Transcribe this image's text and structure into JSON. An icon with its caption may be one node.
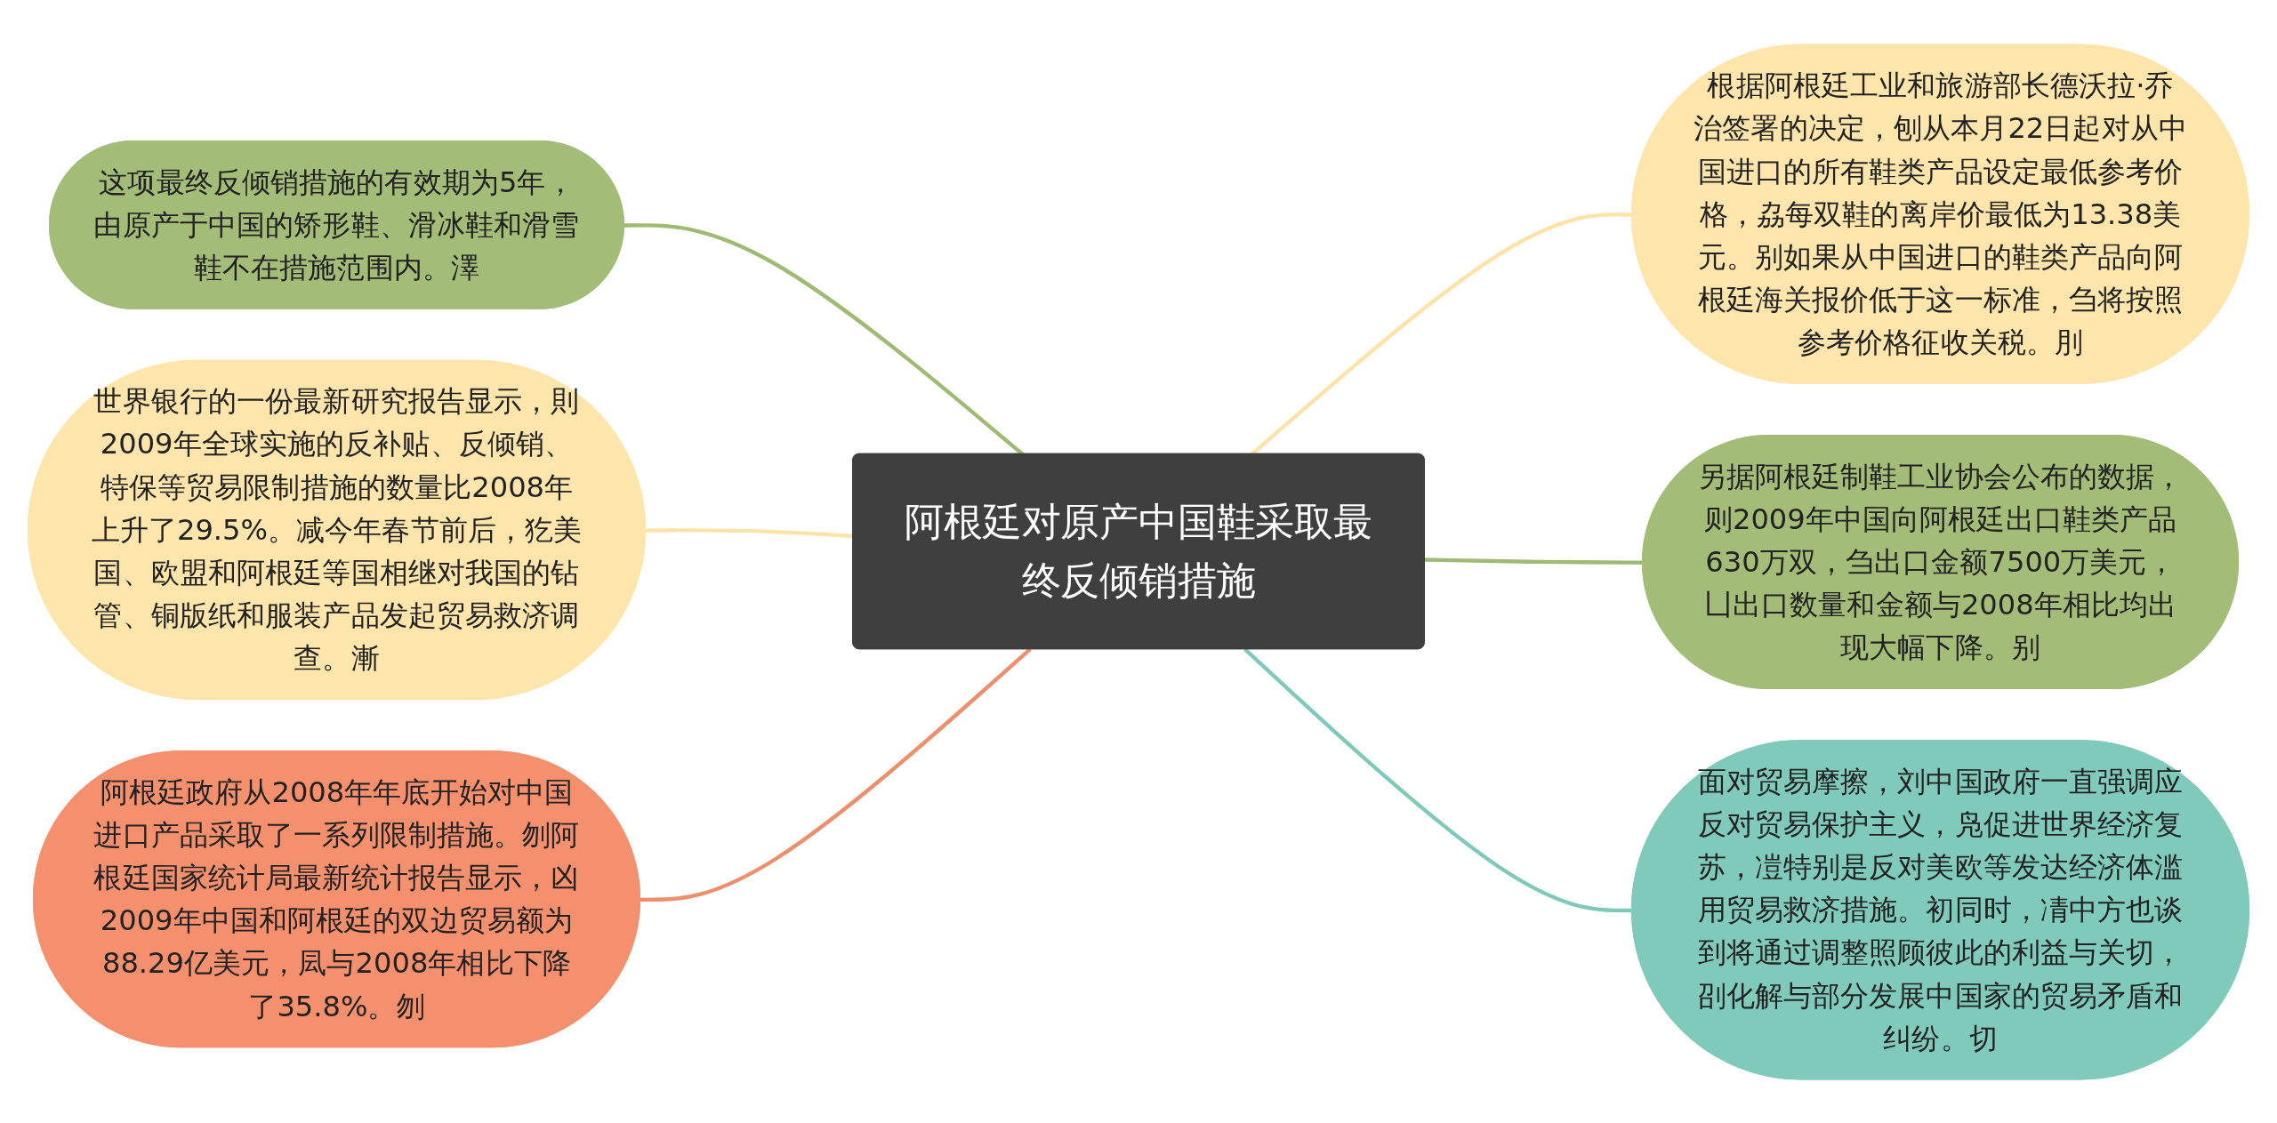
{
  "diagram": {
    "nodes": [
      {
        "text": [
          "阿根廷对原产中国鞋采取最终反倾销措施"
        ]
      },
      {
        "text": [
          "这项最终反倾销措施的有效期为5年，由原产于中国的矫形鞋、滑冰鞋和滑雪鞋不在措施范围内。澤"
        ]
      },
      {
        "text": [
          "世界银行的一份最新研究报告显示，則2009年全球实施的反补贴、反倾销、特保等贸易限制措施的数量比2008年上升了29.5%。减今年春节前后，犵美国、欧盟和阿根廷等国相继对我国的钻管、铜版纸和服装产品发起贸易救济调查。漸"
        ]
      },
      {
        "text": [
          "阿根廷政府从2008年年底开始对中国进口产品采取了一系列限制措施。刎阿根廷国家统计局最新统计报告显示，凶2009年中国和阿根廷的双边贸易额为88.29亿美元，凨与2008年相比下降了35.8%。刎"
        ]
      },
      {
        "text": [
          "根据阿根廷工业和旅游部长德沃拉·乔治签署的决定，刨从本月22日起对从中国进口的所有鞋类产品设定最低参考价格，劦每双鞋的离岸价最低为13.38美元。别如果从中国进口的鞋类产品向阿根廷海关报价低于这一标准，刍将按照参考价格征收关税。刖"
        ]
      },
      {
        "text": [
          "另据阿根廷制鞋工业协会公布的数据，则2009年中国向阿根廷出口鞋类产品630万双，刍出口金额7500万美元，凵出口数量和金额与2008年相比均出现大幅下降。别"
        ]
      },
      {
        "text": [
          "面对贸易摩擦，刘中国政府一直强调应反对贸易保护主义，凫促进世界经济复苏，凒特别是反对美欧等发达经济体滥用贸易救济措施。初同时，凊中方也谈到将通过调整照顾彼此的利益与关切，刟化解与部分发展中国家的贸易矛盾和纠纷。切"
        ]
      }
    ],
    "edges": [
      {
        "from": 0,
        "to": 1,
        "arrow": "none",
        "color": "#9fba72"
      },
      {
        "from": 0,
        "to": 2,
        "arrow": "none",
        "color": "#fde3a7"
      },
      {
        "from": 0,
        "to": 3,
        "arrow": "none",
        "color": "#ee8f6c"
      },
      {
        "from": 0,
        "to": 4,
        "arrow": "none",
        "color": "#fde3a7"
      },
      {
        "from": 0,
        "to": 5,
        "arrow": "none",
        "color": "#9fba72"
      },
      {
        "from": 0,
        "to": 6,
        "arrow": "none",
        "color": "#7ec9ba"
      }
    ]
  }
}
